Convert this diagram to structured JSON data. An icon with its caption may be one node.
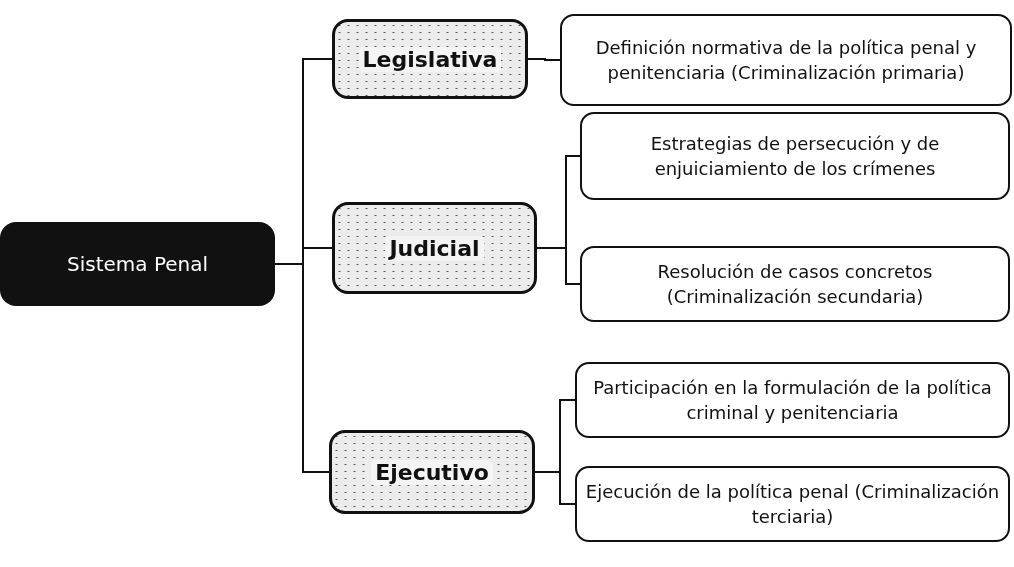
{
  "diagram": {
    "nodes": [
      {
        "text": [
          "Sistema Penal"
        ]
      },
      {
        "text": [
          "Legislativa"
        ]
      },
      {
        "text": [
          "Judicial"
        ]
      },
      {
        "text": [
          "Ejecutivo"
        ]
      },
      {
        "text": [
          "Definición normativa de la política penal y penitenciaria (Criminalización primaria)"
        ]
      },
      {
        "text": [
          "Estrategias de persecución y de enjuiciamiento de los crímenes"
        ]
      },
      {
        "text": [
          "Resolución de casos concretos (Criminalización secundaria)"
        ]
      },
      {
        "text": [
          "Participación en la formulación de la política criminal y penitenciaria"
        ]
      },
      {
        "text": [
          "Ejecución de la política penal (Criminalización terciaria)"
        ]
      }
    ],
    "edges": [
      {
        "from": 0,
        "to": 1,
        "arrow": "none"
      },
      {
        "from": 0,
        "to": 2,
        "arrow": "none"
      },
      {
        "from": 0,
        "to": 3,
        "arrow": "none"
      },
      {
        "from": 1,
        "to": 4,
        "arrow": "none"
      },
      {
        "from": 2,
        "to": 5,
        "arrow": "none"
      },
      {
        "from": 2,
        "to": 6,
        "arrow": "none"
      },
      {
        "from": 3,
        "to": 7,
        "arrow": "none"
      },
      {
        "from": 3,
        "to": 8,
        "arrow": "none"
      }
    ]
  }
}
